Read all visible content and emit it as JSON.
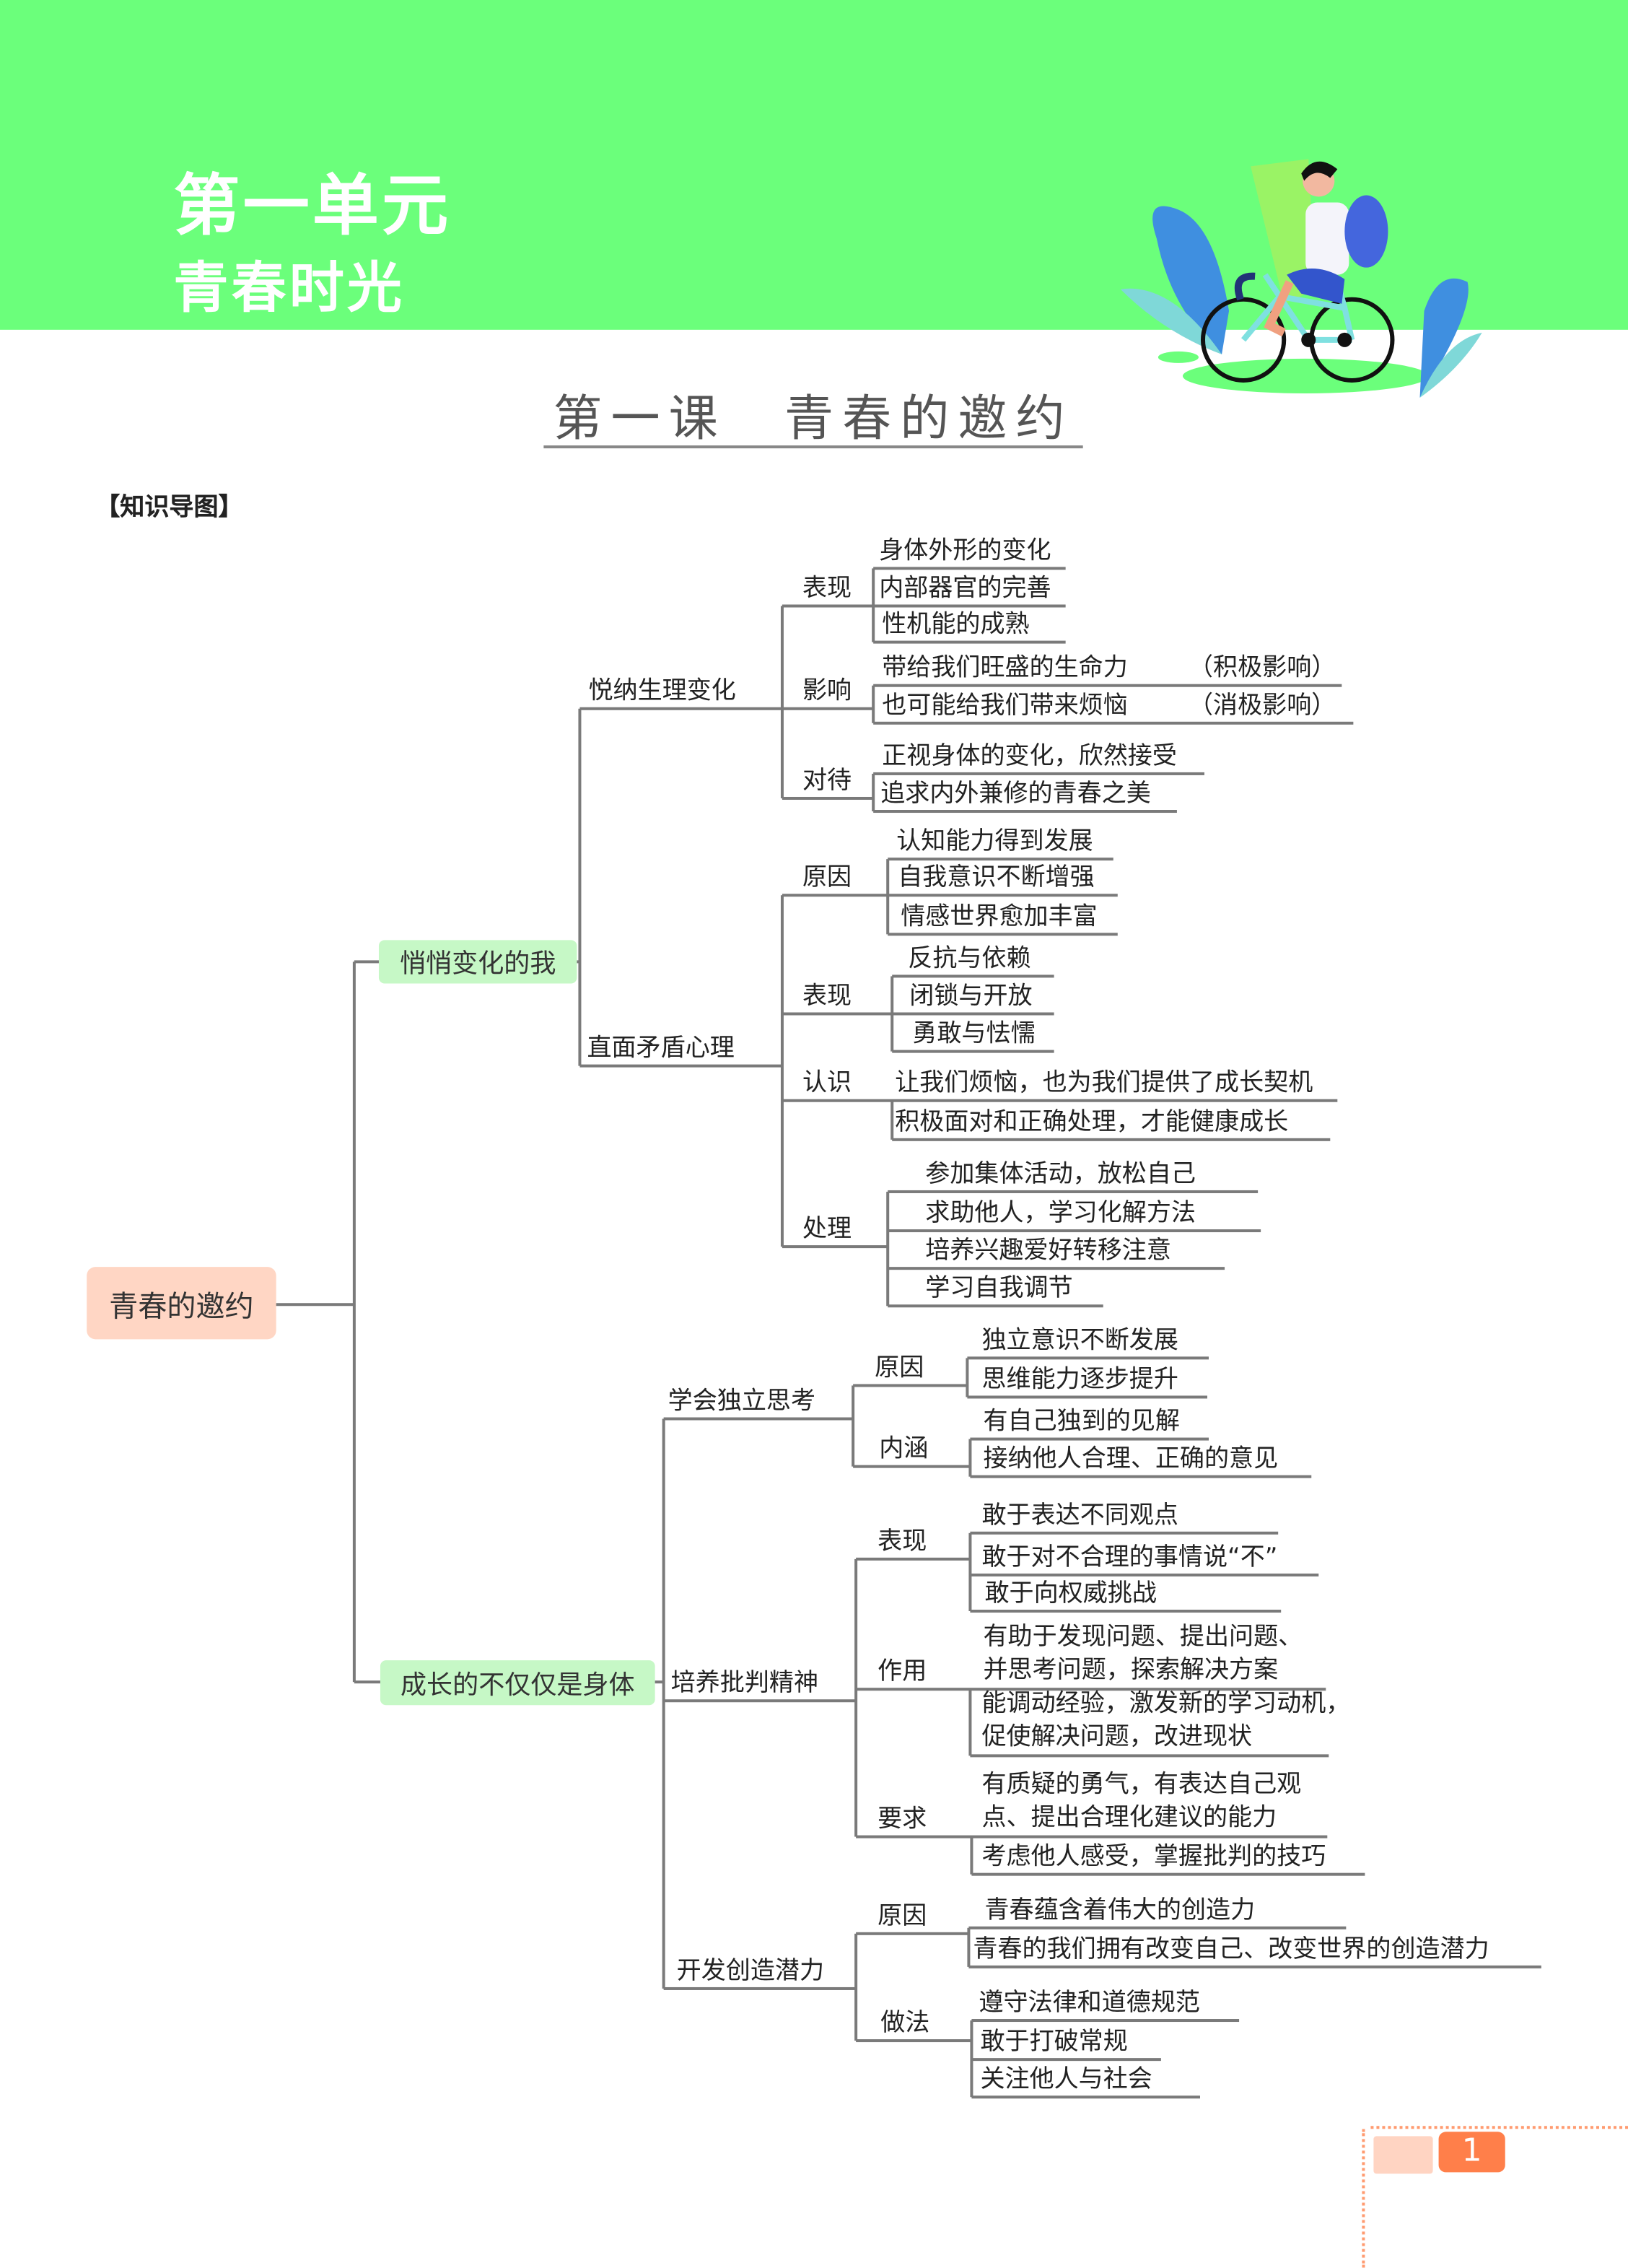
{
  "header": {
    "unit": "第一单元",
    "unit_title": "青春时光"
  },
  "lesson_title": "第一课　青春的邀约",
  "section_label": "【知识导图】",
  "page_number": "1",
  "colors": {
    "band": "#6BFF7B",
    "root_box": "#FFD6C4",
    "branch_box": "#C6F8C6",
    "page_badge": "#FF7F4A"
  },
  "mindmap": {
    "root": "青春的邀约",
    "branch1": {
      "label": "悄悄变化的我",
      "physical": {
        "label": "悦纳生理变化",
        "manifestation": {
          "label": "表现",
          "items": [
            "身体外形的变化",
            "内部器官的完善",
            "性机能的成熟"
          ]
        },
        "influence": {
          "label": "影响",
          "items": [
            {
              "text": "带给我们旺盛的生命力",
              "note": "（积极影响）"
            },
            {
              "text": "也可能给我们带来烦恼",
              "note": "（消极影响）"
            }
          ]
        },
        "attitude": {
          "label": "对待",
          "items": [
            "正视身体的变化，欣然接受",
            "追求内外兼修的青春之美"
          ]
        }
      },
      "psych": {
        "label": "直面矛盾心理",
        "reason": {
          "label": "原因",
          "items": [
            "认知能力得到发展",
            "自我意识不断增强",
            "情感世界愈加丰富"
          ]
        },
        "manifestation": {
          "label": "表现",
          "items": [
            "反抗与依赖",
            "闭锁与开放",
            "勇敢与怯懦"
          ]
        },
        "understanding": {
          "label": "认识",
          "items": [
            "让我们烦恼，也为我们提供了成长契机",
            "积极面对和正确处理，才能健康成长"
          ]
        },
        "handling": {
          "label": "处理",
          "items": [
            "参加集体活动，放松自己",
            "求助他人，学习化解方法",
            "培养兴趣爱好转移注意",
            "学习自我调节"
          ]
        }
      }
    },
    "branch2": {
      "label": "成长的不仅仅是身体",
      "independent": {
        "label": "学会独立思考",
        "reason": {
          "label": "原因",
          "items": [
            "独立意识不断发展",
            "思维能力逐步提升"
          ]
        },
        "connotation": {
          "label": "内涵",
          "items": [
            "有自己独到的见解",
            "接纳他人合理、正确的意见"
          ]
        }
      },
      "critical": {
        "label": "培养批判精神",
        "manifestation": {
          "label": "表现",
          "items": [
            "敢于表达不同观点",
            "敢于对不合理的事情说“不”",
            "敢于向权威挑战"
          ]
        },
        "role": {
          "label": "作用",
          "items": [
            "有助于发现问题、提出问题、\n并思考问题，探索解决方案",
            "能调动经验，激发新的学习动机，\n促使解决问题，改进现状"
          ]
        },
        "requirement": {
          "label": "要求",
          "items": [
            "有质疑的勇气，有表达自己观\n点、提出合理化建议的能力",
            "考虑他人感受，掌握批判的技巧"
          ]
        }
      },
      "creative": {
        "label": "开发创造潜力",
        "reason": {
          "label": "原因",
          "items": [
            "青春蕴含着伟大的创造力",
            "青春的我们拥有改变自己、改变世界的创造潜力"
          ]
        },
        "method": {
          "label": "做法",
          "items": [
            "遵守法律和道德规范",
            "敢于打破常规",
            "关注他人与社会"
          ]
        }
      }
    }
  }
}
